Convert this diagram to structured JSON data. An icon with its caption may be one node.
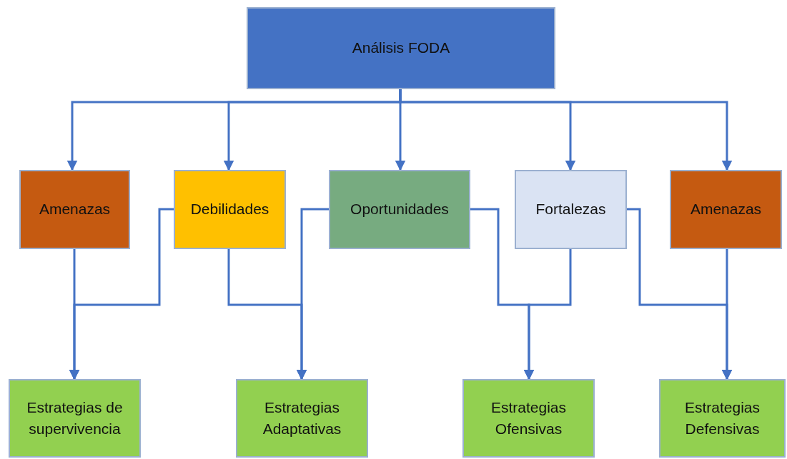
{
  "diagram": {
    "nodes": [
      {
        "text": [
          "Análisis FODA"
        ]
      },
      {
        "text": [
          "Amenazas"
        ]
      },
      {
        "text": [
          "Debilidades"
        ]
      },
      {
        "text": [
          "Oportunidades"
        ]
      },
      {
        "text": [
          "Fortalezas"
        ]
      },
      {
        "text": [
          "Amenazas"
        ]
      },
      {
        "text": [
          "Estrategias de supervivencia"
        ]
      },
      {
        "text": [
          "Estrategias Adaptativas"
        ]
      },
      {
        "text": [
          "Estrategias Ofensivas"
        ]
      },
      {
        "text": [
          "Estrategias Defensivas"
        ]
      }
    ],
    "edges": [
      {
        "from": 0,
        "to": 1,
        "arrow": "to"
      },
      {
        "from": 0,
        "to": 2,
        "arrow": "to"
      },
      {
        "from": 0,
        "to": 3,
        "arrow": "to"
      },
      {
        "from": 0,
        "to": 4,
        "arrow": "to"
      },
      {
        "from": 0,
        "to": 5,
        "arrow": "to"
      },
      {
        "from": 1,
        "to": 6,
        "arrow": "to"
      },
      {
        "from": 2,
        "to": 6,
        "arrow": "to"
      },
      {
        "from": 2,
        "to": 7,
        "arrow": "to"
      },
      {
        "from": 3,
        "to": 7,
        "arrow": "to"
      },
      {
        "from": 3,
        "to": 8,
        "arrow": "to"
      },
      {
        "from": 4,
        "to": 8,
        "arrow": "to"
      },
      {
        "from": 4,
        "to": 9,
        "arrow": "to"
      },
      {
        "from": 5,
        "to": 9,
        "arrow": "to"
      }
    ]
  }
}
